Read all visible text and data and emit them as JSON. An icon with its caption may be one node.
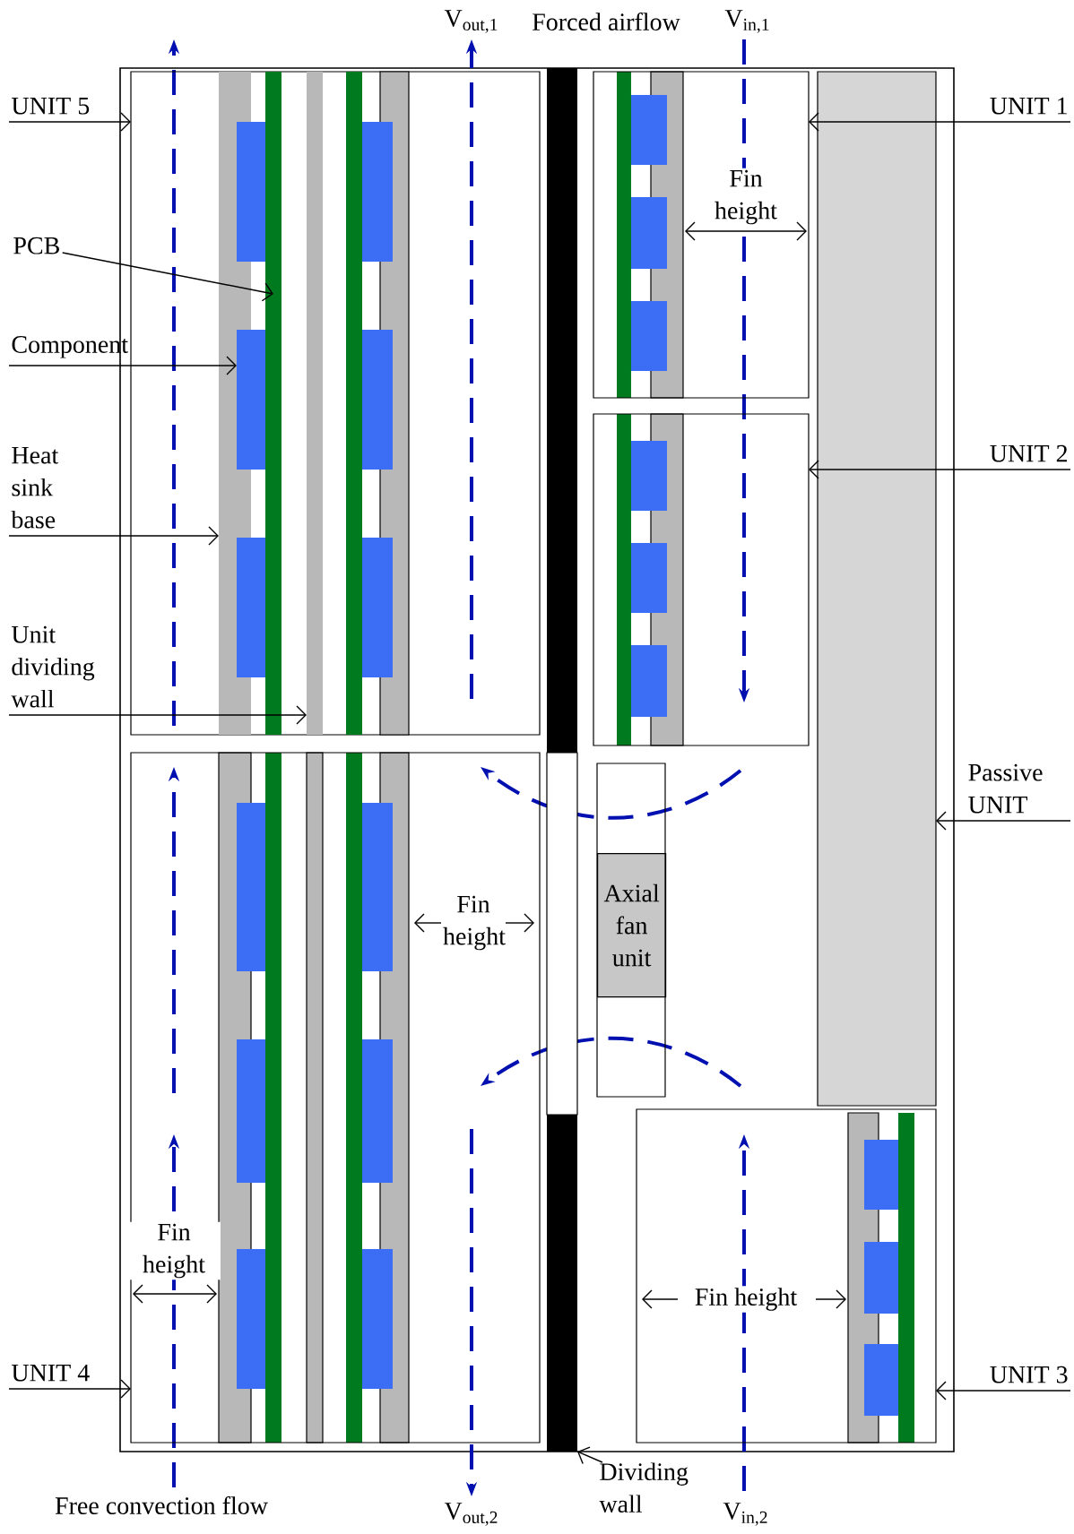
{
  "diagram": {
    "nodes": [
      {
        "text": [
          "UNIT 5"
        ]
      },
      {
        "text": [],
        "shape": "box"
      },
      {
        "text": [],
        "shape": "bar",
        "in": 1
      },
      {
        "text": [],
        "shape": "bar",
        "in": 1
      },
      {
        "text": [],
        "shape": "bar",
        "in": 1
      },
      {
        "text": [],
        "shape": "bar",
        "in": 1
      },
      {
        "text": [
          "PCB"
        ]
      },
      {
        "text": [
          "Component"
        ]
      },
      {
        "text": [
          "Heat sink base"
        ]
      },
      {
        "text": [
          "Unit dividing wall"
        ]
      },
      {
        "text": [
          "UNIT 1"
        ]
      },
      {
        "text": [],
        "shape": "box"
      },
      {
        "text": [
          "UNIT 2"
        ]
      },
      {
        "text": [],
        "shape": "box"
      },
      {
        "text": [
          "Passive UNIT"
        ]
      },
      {
        "text": [],
        "shape": "box"
      },
      {
        "text": [
          "Axial fan unit"
        ]
      },
      {
        "text": [
          "UNIT 4"
        ]
      },
      {
        "text": [],
        "shape": "box"
      },
      {
        "text": [
          "UNIT 3"
        ]
      },
      {
        "text": [],
        "shape": "box"
      },
      {
        "text": [
          "Dividing wall"
        ]
      },
      {
        "text": [],
        "shape": "bar"
      }
    ],
    "edges": [
      {
        "from": 0,
        "to": 1,
        "arrow": "to"
      },
      {
        "from": 6,
        "to": 4,
        "arrow": "to"
      },
      {
        "from": 7,
        "to": 3,
        "arrow": "to"
      },
      {
        "from": 8,
        "to": 2,
        "arrow": "to"
      },
      {
        "from": 9,
        "to": 5,
        "arrow": "to"
      },
      {
        "from": 10,
        "to": 11,
        "arrow": "to"
      },
      {
        "from": 12,
        "to": 13,
        "arrow": "to"
      },
      {
        "from": 14,
        "to": 15,
        "arrow": "to"
      },
      {
        "from": 17,
        "to": 18,
        "arrow": "to"
      },
      {
        "from": 19,
        "to": 20,
        "arrow": "to"
      },
      {
        "from": 21,
        "to": 22,
        "arrow": "to"
      }
    ],
    "labels": [
      "V$_{out,1}$",
      "Forced airflow",
      "V$_{in,1}$",
      "Fin height",
      "Fin height",
      "Fin height",
      "Fin height",
      "Free convection flow",
      "V$_{out,2}$",
      "V$_{in,2}$"
    ]
  }
}
